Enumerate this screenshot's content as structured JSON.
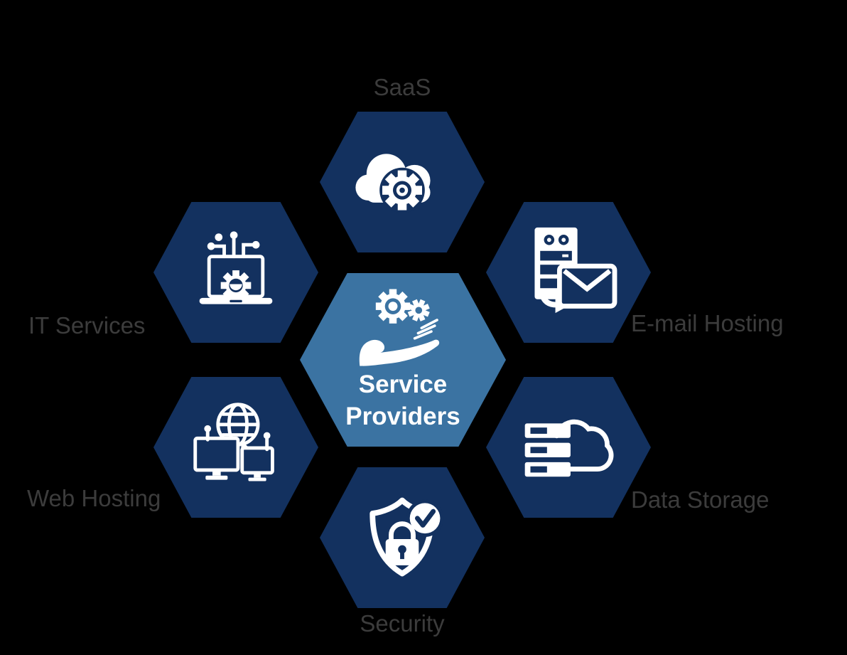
{
  "diagram": {
    "name": "Service Providers hexagon diagram",
    "center": {
      "label_line1": "Service",
      "label_line2": "Providers",
      "icon": "hand-gears-icon"
    },
    "nodes": [
      {
        "id": "saas",
        "label": "SaaS",
        "icon": "cloud-gear-icon",
        "position": "top"
      },
      {
        "id": "it-services",
        "label": "IT Services",
        "icon": "laptop-gear-circuit-icon",
        "position": "top-left"
      },
      {
        "id": "email-hosting",
        "label": "E-mail Hosting",
        "icon": "server-envelope-icon",
        "position": "top-right"
      },
      {
        "id": "web-hosting",
        "label": "Web Hosting",
        "icon": "globe-monitors-icon",
        "position": "bottom-left"
      },
      {
        "id": "data-storage",
        "label": "Data Storage",
        "icon": "server-cloud-icon",
        "position": "bottom-right"
      },
      {
        "id": "security",
        "label": "Security",
        "icon": "shield-lock-check-icon",
        "position": "bottom"
      }
    ],
    "colors": {
      "hexagon_dark": "#13315F",
      "hexagon_center": "#3B73A2",
      "icon_white": "#FFFFFF",
      "label_gray": "#3C3C3C",
      "background": "#000000"
    }
  }
}
